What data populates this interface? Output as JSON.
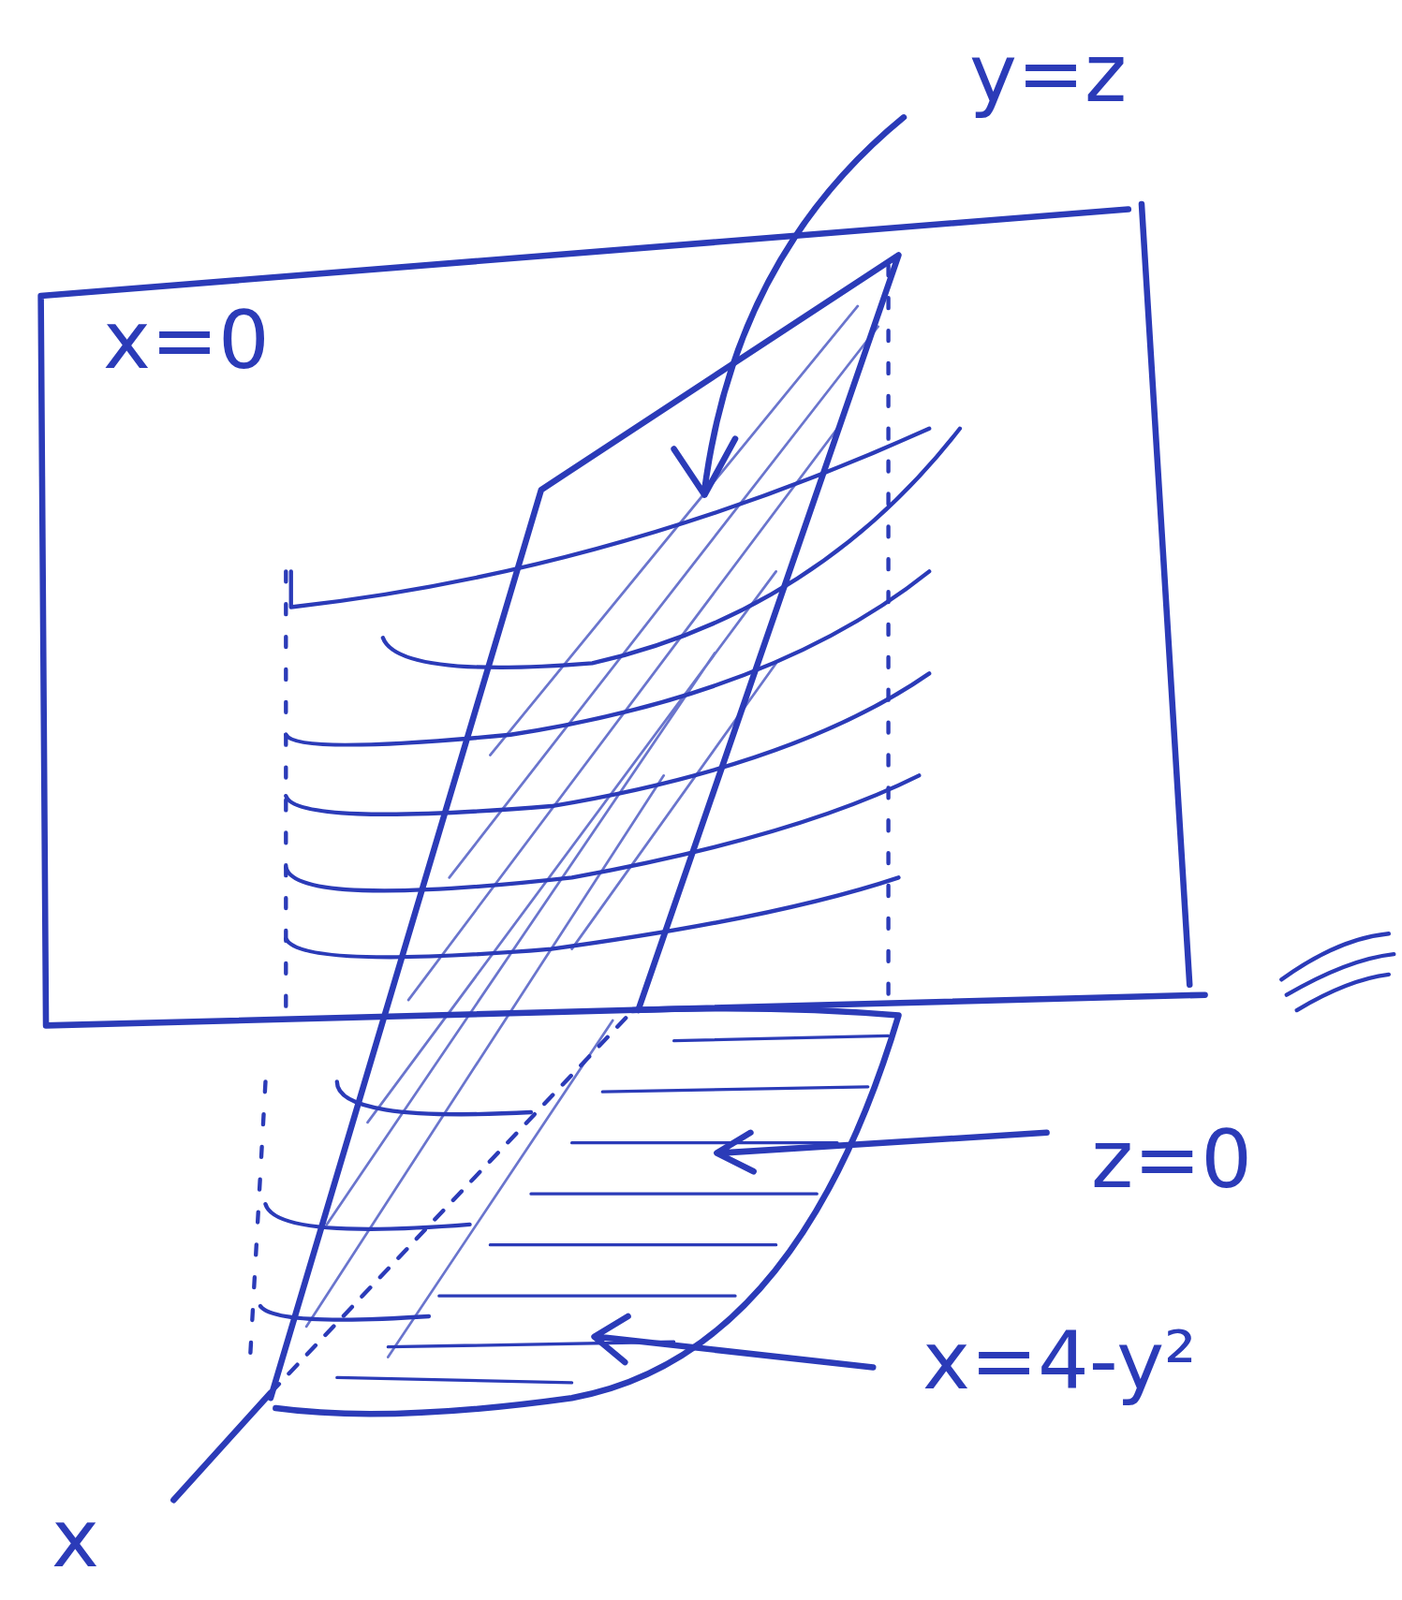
{
  "diagram": {
    "labels": [
      "y=z",
      "x=0",
      "z=0",
      "x=4-y²",
      "x"
    ]
  }
}
